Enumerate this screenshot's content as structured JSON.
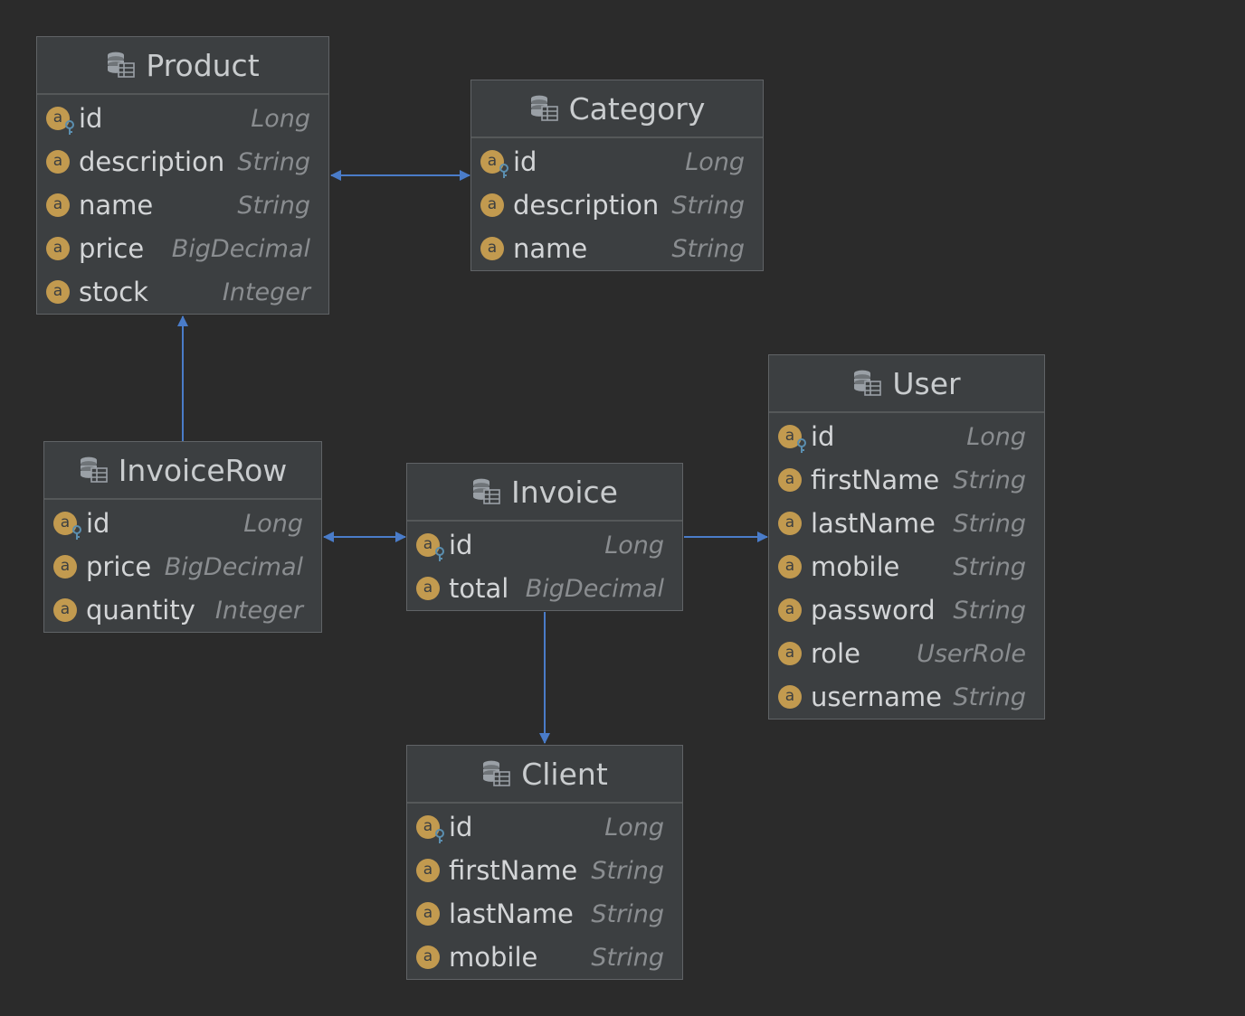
{
  "colors": {
    "background": "#2b2b2b",
    "entity_fill": "#3c3f41",
    "entity_border": "#606366",
    "attribute_badge": "#c29a4f",
    "connector": "#4a7cc9"
  },
  "icons": {
    "entity": "database-table-icon",
    "attribute": "attribute-a-badge",
    "primary_key": "key-icon"
  },
  "entities": [
    {
      "title": "Product",
      "attributes": [
        {
          "name": "id",
          "type": "Long",
          "key": true
        },
        {
          "name": "description",
          "type": "String"
        },
        {
          "name": "name",
          "type": "String"
        },
        {
          "name": "price",
          "type": "BigDecimal"
        },
        {
          "name": "stock",
          "type": "Integer"
        }
      ]
    },
    {
      "title": "Category",
      "attributes": [
        {
          "name": "id",
          "type": "Long",
          "key": true
        },
        {
          "name": "description",
          "type": "String"
        },
        {
          "name": "name",
          "type": "String"
        }
      ]
    },
    {
      "title": "InvoiceRow",
      "attributes": [
        {
          "name": "id",
          "type": "Long",
          "key": true
        },
        {
          "name": "price",
          "type": "BigDecimal"
        },
        {
          "name": "quantity",
          "type": "Integer"
        }
      ]
    },
    {
      "title": "Invoice",
      "attributes": [
        {
          "name": "id",
          "type": "Long",
          "key": true
        },
        {
          "name": "total",
          "type": "BigDecimal"
        }
      ]
    },
    {
      "title": "User",
      "attributes": [
        {
          "name": "id",
          "type": "Long",
          "key": true
        },
        {
          "name": "firstName",
          "type": "String"
        },
        {
          "name": "lastName",
          "type": "String"
        },
        {
          "name": "mobile",
          "type": "String"
        },
        {
          "name": "password",
          "type": "String"
        },
        {
          "name": "role",
          "type": "UserRole"
        },
        {
          "name": "username",
          "type": "String"
        }
      ]
    },
    {
      "title": "Client",
      "attributes": [
        {
          "name": "id",
          "type": "Long",
          "key": true
        },
        {
          "name": "firstName",
          "type": "String"
        },
        {
          "name": "lastName",
          "type": "String"
        },
        {
          "name": "mobile",
          "type": "String"
        }
      ]
    }
  ],
  "relations": [
    {
      "from": "Product",
      "to": "Category",
      "direction": "both"
    },
    {
      "from": "InvoiceRow",
      "to": "Product",
      "direction": "to"
    },
    {
      "from": "InvoiceRow",
      "to": "Invoice",
      "direction": "both"
    },
    {
      "from": "Invoice",
      "to": "User",
      "direction": "to"
    },
    {
      "from": "Invoice",
      "to": "Client",
      "direction": "to"
    }
  ]
}
